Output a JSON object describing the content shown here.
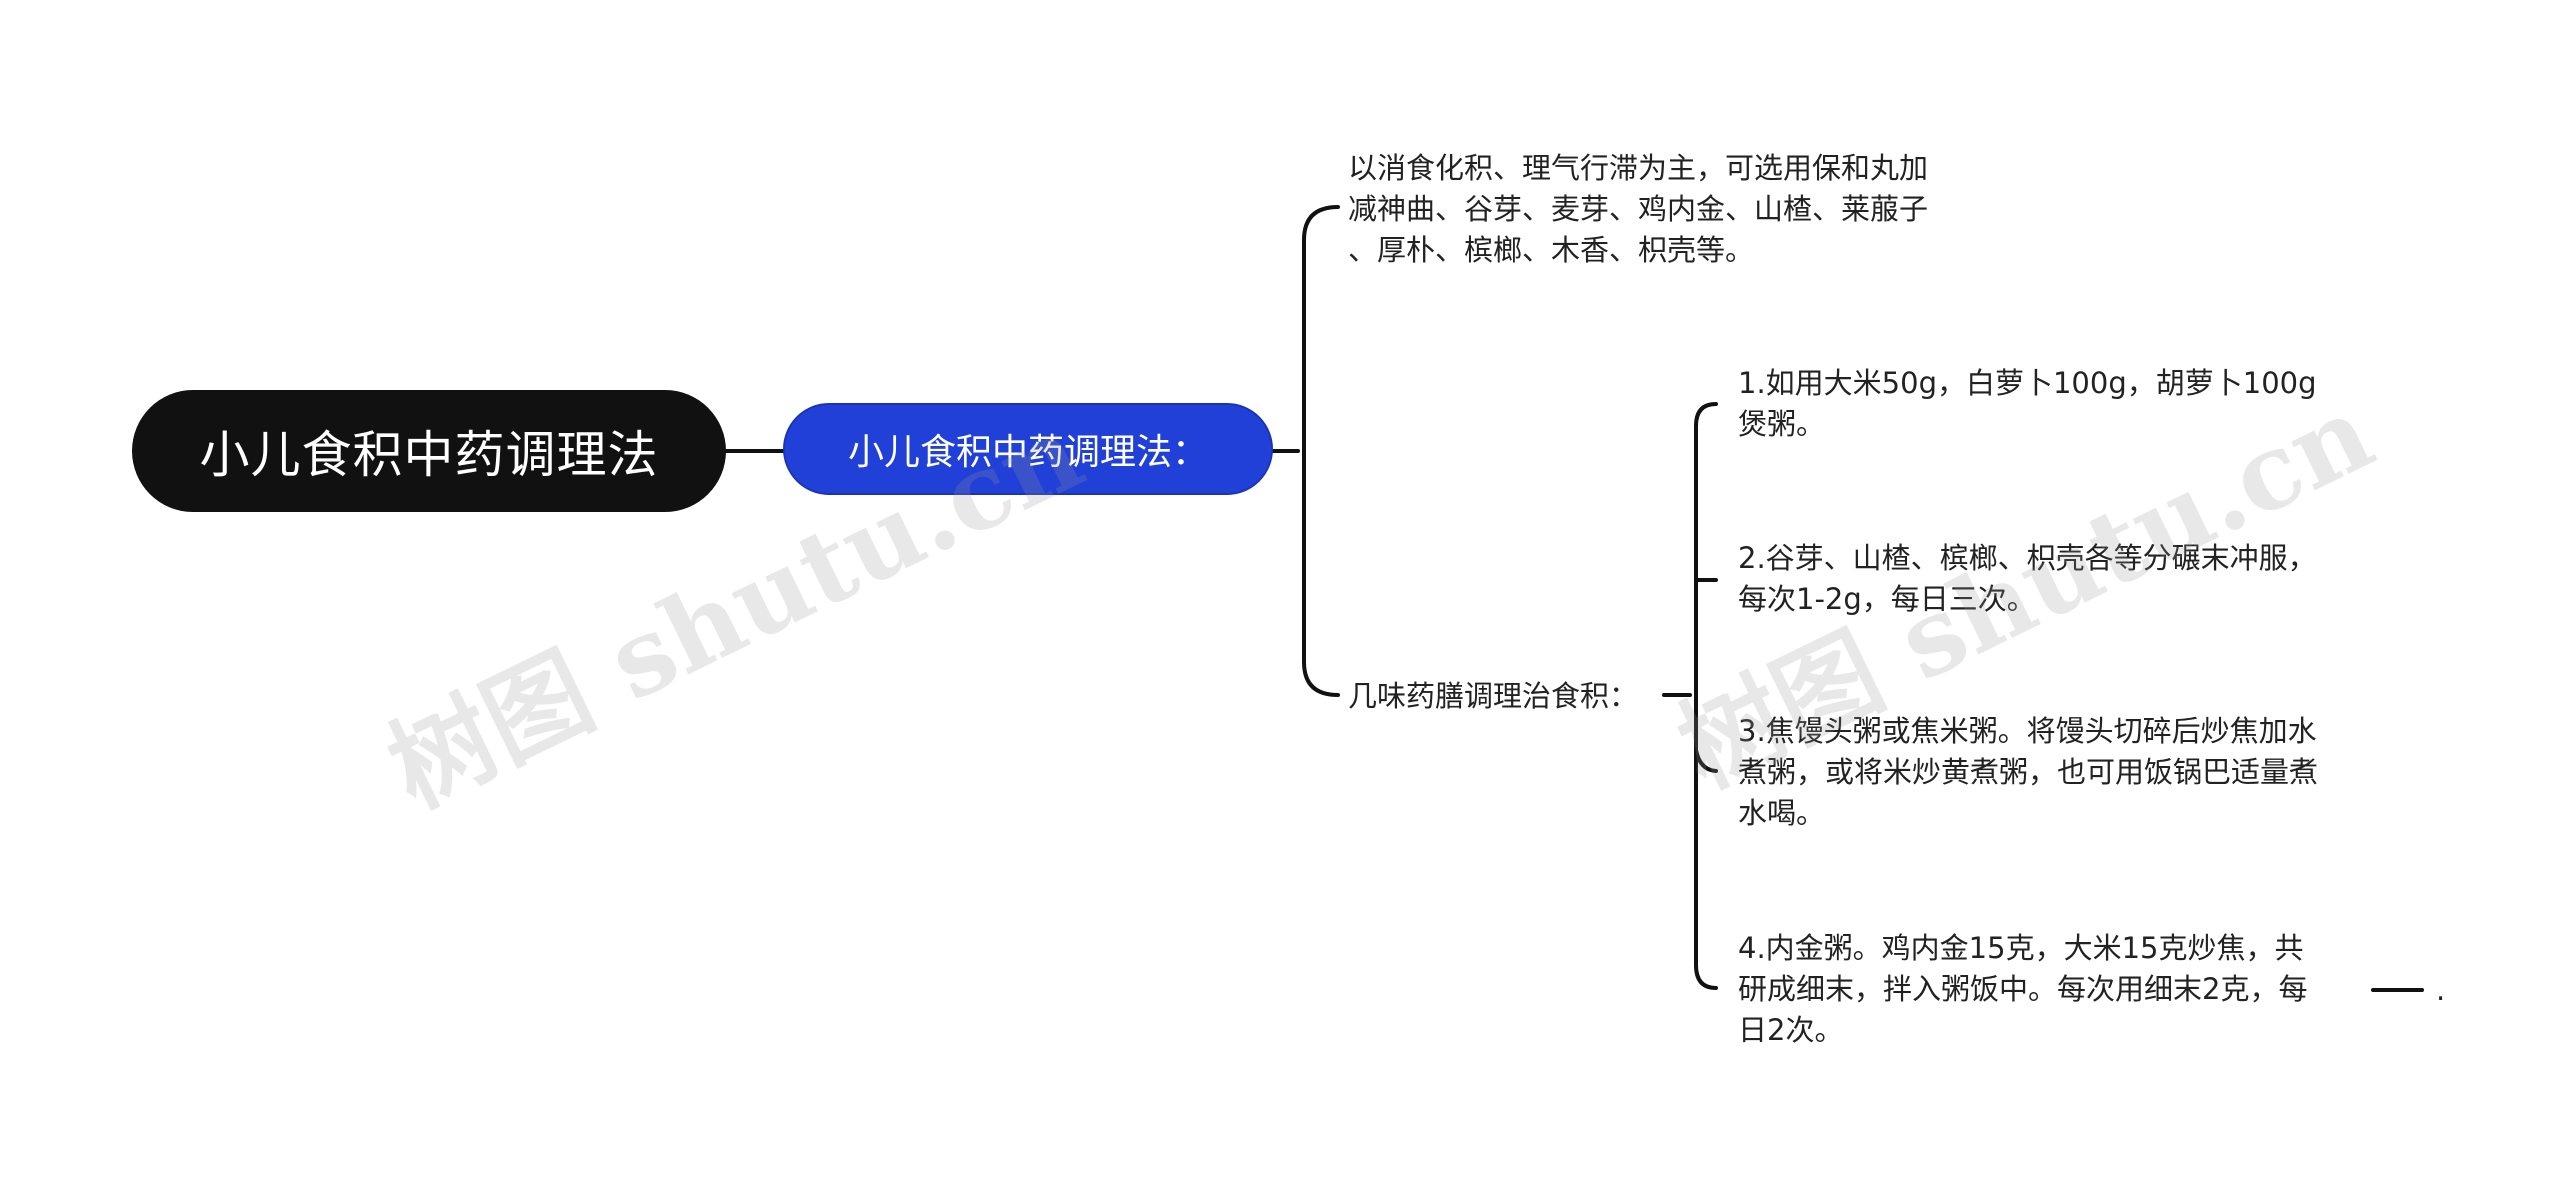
{
  "root": {
    "label": "小儿食积中药调理法"
  },
  "branch": {
    "label": "小儿食积中药调理法："
  },
  "children": [
    {
      "lines": [
        "以消食化积、理气行滞为主，可选用保和丸加",
        "减神曲、谷芽、麦芽、鸡内金、山楂、莱菔子",
        "、厚朴、槟榔、木香、枳壳等。"
      ]
    },
    {
      "label": "几味药膳调理治食积：",
      "items": [
        {
          "lines": [
            "1.如用大米50g，白萝卜100g，胡萝卜100g",
            "煲粥。"
          ]
        },
        {
          "lines": [
            "2.谷芽、山楂、槟榔、枳壳各等分碾末冲服，",
            "每次1-2g，每日三次。"
          ]
        },
        {
          "lines": [
            "3.焦馒头粥或焦米粥。将馒头切碎后炒焦加水",
            "煮粥，或将米炒黄煮粥，也可用饭锅巴适量煮",
            "水喝。"
          ]
        },
        {
          "lines": [
            "4.内金粥。鸡内金15克，大米15克炒焦，共",
            "研成细末，拌入粥饭中。每次用细末2克，每",
            "日2次。"
          ],
          "tail": "."
        }
      ]
    }
  ],
  "watermarks": [
    "树图 shutu.cn",
    "树图 shutu.cn"
  ]
}
